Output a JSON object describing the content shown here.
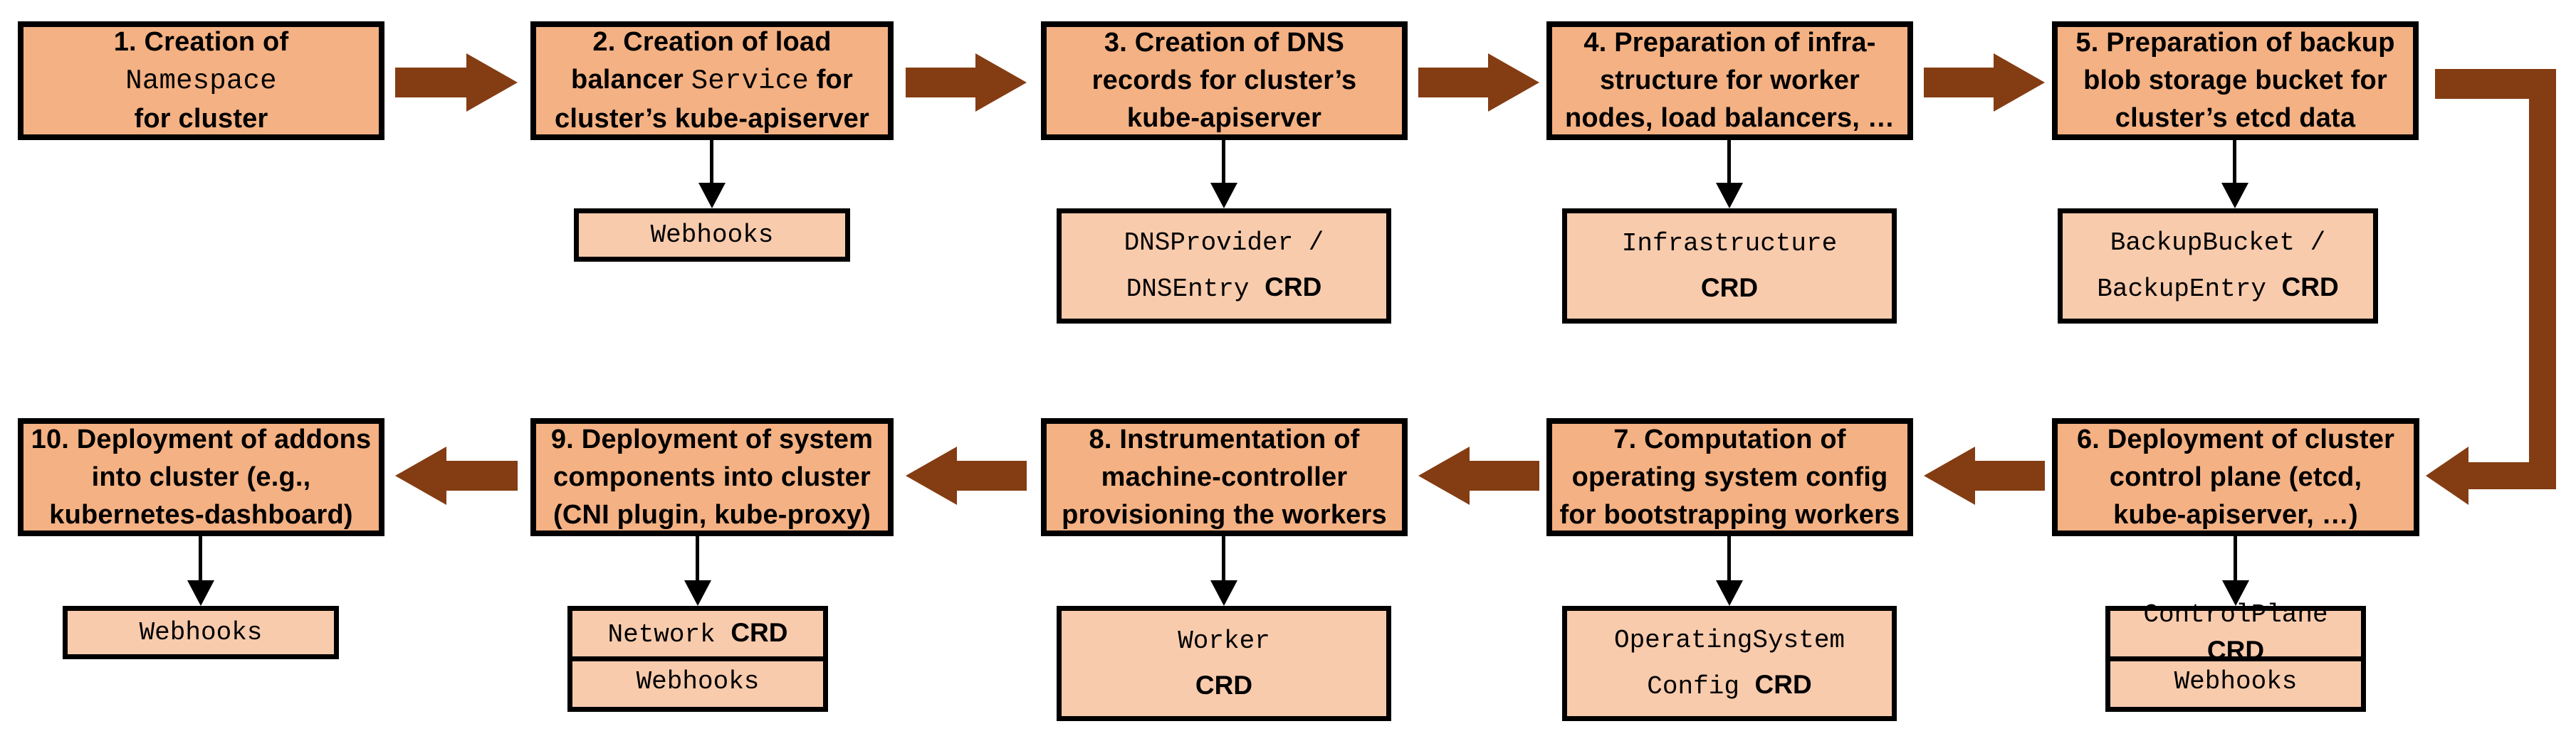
{
  "colors": {
    "step_fill": "#F4B183",
    "artifact_fill": "#F8CBAD",
    "flow_arrow": "#843C12",
    "border": "#000000"
  },
  "steps": [
    {
      "parts": [
        {
          "kind": "text",
          "t": "1. Creation of\n"
        },
        {
          "kind": "code",
          "t": "Namespace"
        },
        {
          "kind": "text",
          "t": "\nfor cluster"
        }
      ]
    },
    {
      "parts": [
        {
          "kind": "text",
          "t": "2. Creation of load\nbalancer "
        },
        {
          "kind": "code",
          "t": "Service"
        },
        {
          "kind": "text",
          "t": " for\ncluster’s kube-apiserver"
        }
      ]
    },
    {
      "parts": [
        {
          "kind": "text",
          "t": "3. Creation of DNS\nrecords for cluster’s\nkube-apiserver"
        }
      ]
    },
    {
      "parts": [
        {
          "kind": "text",
          "t": "4. Preparation of infra-\nstructure for worker\nnodes, load balancers, …"
        }
      ]
    },
    {
      "parts": [
        {
          "kind": "text",
          "t": "5. Preparation of backup\nblob storage bucket for\ncluster’s etcd data"
        }
      ]
    },
    {
      "parts": [
        {
          "kind": "text",
          "t": "6. Deployment of cluster\ncontrol plane (etcd,\nkube-apiserver, …)"
        }
      ]
    },
    {
      "parts": [
        {
          "kind": "text",
          "t": "7. Computation of\noperating system config\nfor bootstrapping workers"
        }
      ]
    },
    {
      "parts": [
        {
          "kind": "text",
          "t": "8. Instrumentation of\nmachine-controller\nprovisioning the workers"
        }
      ]
    },
    {
      "parts": [
        {
          "kind": "text",
          "t": "9. Deployment of system\ncomponents into cluster\n(CNI plugin, kube-proxy)"
        }
      ]
    },
    {
      "parts": [
        {
          "kind": "text",
          "t": "10. Deployment of addons\ninto cluster (e.g.,\nkubernetes-dashboard)"
        }
      ]
    }
  ],
  "artifacts": {
    "a2": {
      "cells": [
        {
          "parts": [
            {
              "kind": "label",
              "t": "Webhooks"
            }
          ]
        }
      ]
    },
    "a3": {
      "cells": [
        {
          "parts": [
            {
              "kind": "code",
              "t": "DNSProvider /\nDNSEntry "
            },
            {
              "kind": "crd",
              "t": "CRD"
            }
          ]
        }
      ]
    },
    "a4": {
      "cells": [
        {
          "parts": [
            {
              "kind": "code",
              "t": "Infrastructure"
            },
            {
              "kind": "crd",
              "t": "\nCRD"
            }
          ]
        }
      ]
    },
    "a5": {
      "cells": [
        {
          "parts": [
            {
              "kind": "code",
              "t": "BackupBucket /\nBackupEntry "
            },
            {
              "kind": "crd",
              "t": "CRD"
            }
          ]
        }
      ]
    },
    "a6": {
      "cells": [
        {
          "parts": [
            {
              "kind": "code",
              "t": "ControlPlane "
            },
            {
              "kind": "crd",
              "t": "CRD"
            }
          ]
        },
        {
          "parts": [
            {
              "kind": "label",
              "t": "Webhooks"
            }
          ]
        }
      ]
    },
    "a7": {
      "cells": [
        {
          "parts": [
            {
              "kind": "code",
              "t": "OperatingSystem\nConfig "
            },
            {
              "kind": "crd",
              "t": "CRD"
            }
          ]
        }
      ]
    },
    "a8": {
      "cells": [
        {
          "parts": [
            {
              "kind": "code",
              "t": "Worker"
            },
            {
              "kind": "crd",
              "t": "\nCRD"
            }
          ]
        }
      ]
    },
    "a9": {
      "cells": [
        {
          "parts": [
            {
              "kind": "code",
              "t": "Network "
            },
            {
              "kind": "crd",
              "t": "CRD"
            }
          ]
        },
        {
          "parts": [
            {
              "kind": "label",
              "t": "Webhooks"
            }
          ]
        }
      ]
    },
    "a10": {
      "cells": [
        {
          "parts": [
            {
              "kind": "label",
              "t": "Webhooks"
            }
          ]
        }
      ]
    }
  }
}
